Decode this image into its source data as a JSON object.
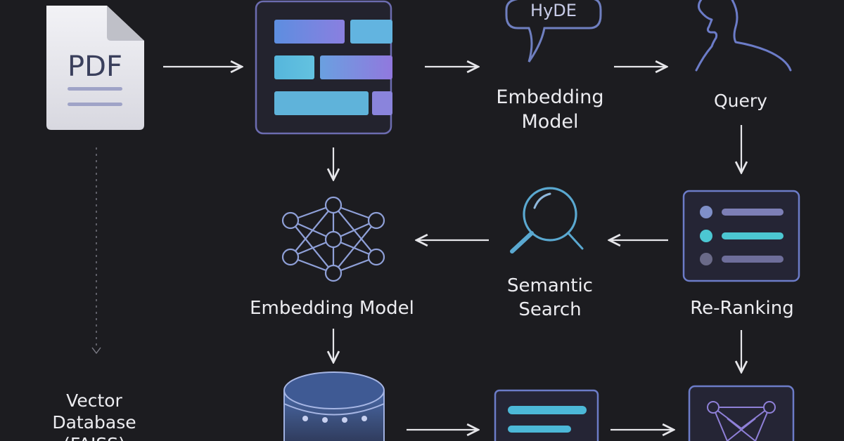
{
  "doc_icon": {
    "text": "PDF"
  },
  "hyde": {
    "text": "HyDE"
  },
  "labels": {
    "embedding_top_line1": "Embedding",
    "embedding_top_line2": "Model",
    "query": "Query",
    "embedding_model": "Embedding Model",
    "semantic_line1": "Semantic",
    "semantic_line2": "Search",
    "reranking": "Re-Ranking",
    "vector_line1": "Vector",
    "vector_line2": "Database",
    "vector_line3": "(FAISS)"
  },
  "colors": {
    "background": "#1c1c20",
    "panel": "#22222a",
    "panel_border": "#6c6cb0",
    "accent_blue": "#5fb3d6",
    "accent_teal": "#4cc7d2",
    "accent_purple": "#8b7fd9",
    "icon_stroke": "#8fa0d8",
    "arrow": "#e6e6ea"
  },
  "icons": [
    "document-icon",
    "chunks-icon",
    "speech-bubble-icon",
    "person-head-icon",
    "neural-network-icon",
    "magnifier-icon",
    "ranked-list-icon",
    "database-icon",
    "text-panel-icon",
    "network-box-icon"
  ]
}
